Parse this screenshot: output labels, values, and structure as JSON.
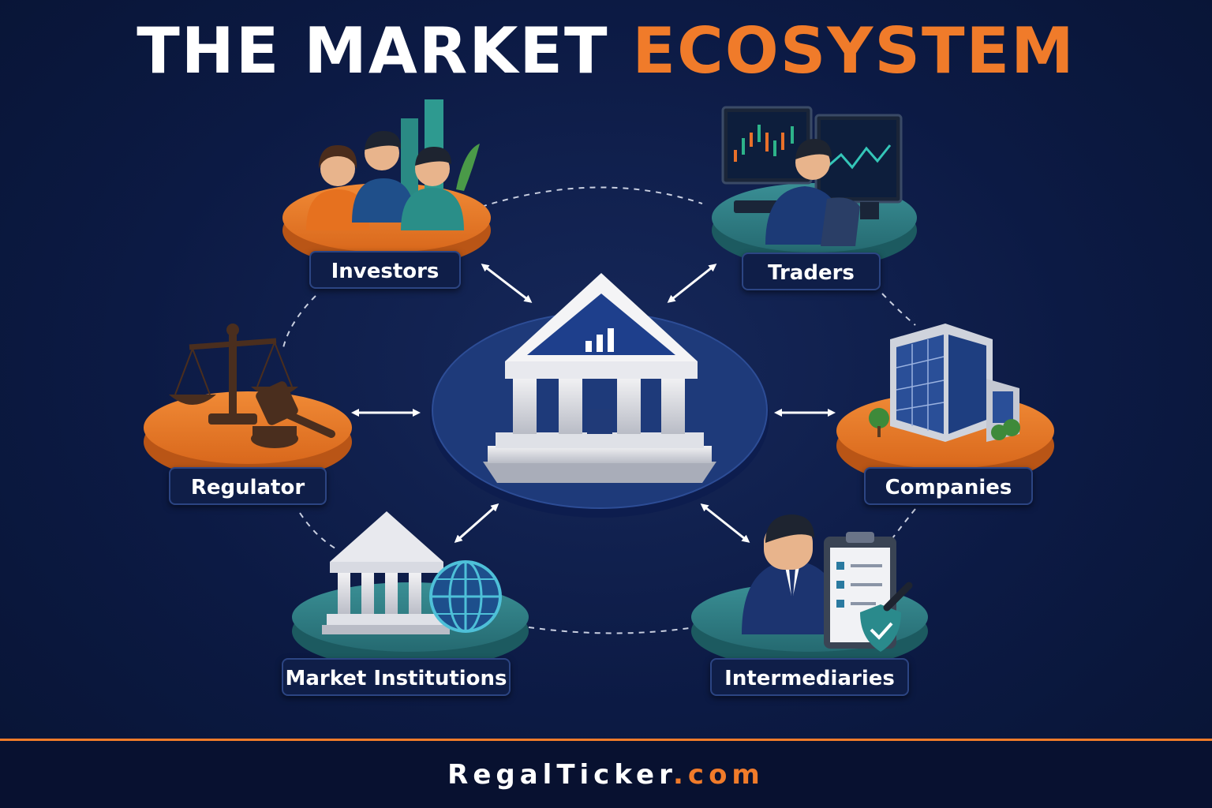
{
  "title": {
    "main": "THE MARKET",
    "accent": "ECOSYSTEM"
  },
  "nodes": [
    {
      "id": "investors",
      "label": "Investors",
      "icon": "people-icon",
      "color": "#ea7a28"
    },
    {
      "id": "traders",
      "label": "Traders",
      "icon": "trader-monitors-icon",
      "color": "#2f7f86"
    },
    {
      "id": "regulator",
      "label": "Regulator",
      "icon": "scales-gavel-icon",
      "color": "#ea7a28"
    },
    {
      "id": "companies",
      "label": "Companies",
      "icon": "office-building-icon",
      "color": "#ea7a28"
    },
    {
      "id": "institutions",
      "label": "Market Institutions",
      "icon": "institution-globe-icon",
      "color": "#2f7f86"
    },
    {
      "id": "intermediaries",
      "label": "Intermediaries",
      "icon": "broker-clipboard-icon",
      "color": "#2f7f86"
    }
  ],
  "center": {
    "icon": "stock-exchange-icon",
    "color": "#1e3a7a"
  },
  "footer": {
    "brand": "RegalTicker",
    "domain": ".com"
  }
}
